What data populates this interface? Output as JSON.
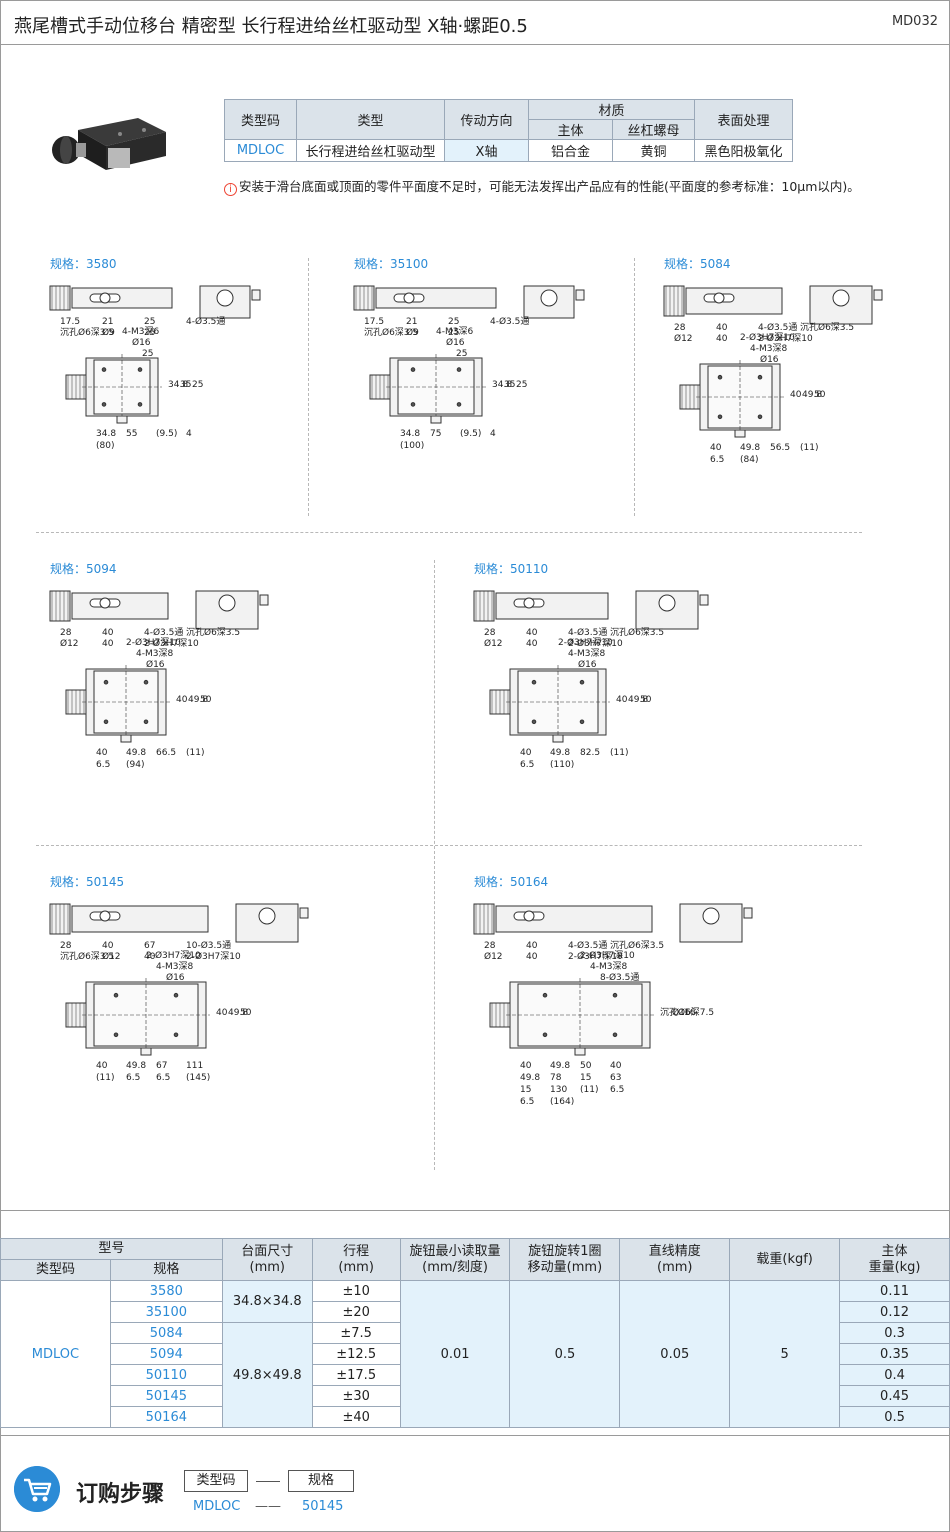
{
  "header": {
    "title": "燕尾槽式手动位移台 精密型  长行程进给丝杠驱动型  X轴·螺距0.5",
    "code": "MD032"
  },
  "spec_table": {
    "headers": {
      "type_code": "类型码",
      "type": "类型",
      "drive_dir": "传动方向",
      "material": "材质",
      "body": "主体",
      "screw_nut": "丝杠螺母",
      "surface": "表面处理"
    },
    "row": {
      "type_code": "MDLOC",
      "type": "长行程进给丝杠驱动型",
      "drive_dir": "X轴",
      "body": "铝合金",
      "screw_nut": "黄铜",
      "surface": "黑色阳极氧化"
    }
  },
  "note": "安装于滑台底面或顶面的零件平面度不足时，可能无法发挥出产品应有的性能(平面度的参考标准：10μm以内)。",
  "drawings": [
    {
      "label": "规格：3580",
      "side_dims": [
        "17.5",
        "21",
        "25",
        "4-Ø3.5通",
        "沉孔Ø6深3.5",
        "Ø9",
        "25"
      ],
      "top_dims": [
        "4-M3深6",
        "Ø16",
        "25",
        "34.8",
        "35",
        "25",
        "34.8",
        "55",
        "(9.5)",
        "4",
        "(80)"
      ]
    },
    {
      "label": "规格：35100",
      "side_dims": [
        "17.5",
        "21",
        "25",
        "4-Ø3.5通",
        "沉孔Ø6深3.5",
        "Ø9",
        "25"
      ],
      "top_dims": [
        "4-M3深6",
        "Ø16",
        "25",
        "34.8",
        "35",
        "25",
        "34.8",
        "75",
        "(9.5)",
        "4",
        "(100)"
      ]
    },
    {
      "label": "规格：5084",
      "side_dims": [
        "28",
        "40",
        "4-Ø3.5通",
        "沉孔Ø6深3.5",
        "Ø12",
        "40",
        "2-Ø3H7深10"
      ],
      "top_dims": [
        "2-Ø3H7深10",
        "4-M3深8",
        "Ø16",
        "40",
        "49.8",
        "50",
        "40",
        "49.8",
        "56.5",
        "(11)",
        "6.5",
        "(84)"
      ]
    },
    {
      "label": "规格：5094",
      "side_dims": [
        "28",
        "40",
        "4-Ø3.5通",
        "沉孔Ø6深3.5",
        "Ø12",
        "40",
        "2-Ø3H7深10"
      ],
      "top_dims": [
        "2-Ø3H7深10",
        "4-M3深8",
        "Ø16",
        "40",
        "49.8",
        "50",
        "40",
        "49.8",
        "66.5",
        "(11)",
        "6.5",
        "(94)"
      ]
    },
    {
      "label": "规格：50110",
      "side_dims": [
        "28",
        "40",
        "4-Ø3.5通",
        "沉孔Ø6深3.5",
        "Ø12",
        "40",
        "2-Ø3H7深10"
      ],
      "top_dims": [
        "2-Ø3H7深10",
        "4-M3深8",
        "Ø16",
        "40",
        "49.8",
        "50",
        "40",
        "49.8",
        "82.5",
        "(11)",
        "6.5",
        "(110)"
      ]
    },
    {
      "label": "规格：50145",
      "side_dims": [
        "28",
        "40",
        "67",
        "10-Ø3.5通",
        "沉孔Ø6深3.5",
        "Ø12",
        "40",
        "2-Ø3H7深10"
      ],
      "top_dims": [
        "2-Ø3H7深10",
        "4-M3深8",
        "Ø16",
        "40",
        "49.8",
        "50",
        "40",
        "49.8",
        "67",
        "111",
        "(11)",
        "6.5",
        "6.5",
        "(145)"
      ]
    },
    {
      "label": "规格：50164",
      "side_dims": [
        "28",
        "40",
        "4-Ø3.5通",
        "沉孔Ø6深3.5",
        "Ø12",
        "40",
        "2-Ø3H7深10"
      ],
      "top_dims": [
        "2-Ø3H7深10",
        "4-M3深8",
        "8-Ø3.5通",
        "沉孔Ø6深7.5",
        "Ø16",
        "16",
        "40",
        "49.8",
        "50",
        "40",
        "49.8",
        "78",
        "15",
        "63",
        "15",
        "130",
        "(11)",
        "6.5",
        "6.5",
        "(164)"
      ]
    }
  ],
  "main_table": {
    "headers": {
      "model": "型号",
      "type_code": "类型码",
      "spec": "规格",
      "table_size": "台面尺寸\n(mm)",
      "travel": "行程\n(mm)",
      "min_read": "旋钮最小读取量\n(mm/刻度)",
      "per_turn": "旋钮旋转1圈\n移动量(mm)",
      "straightness": "直线精度\n(mm)",
      "load": "载重(kgf)",
      "weight": "主体\n重量(kg)"
    },
    "type_code": "MDLOC",
    "rows": [
      {
        "spec": "3580",
        "travel": "±10",
        "weight": "0.11"
      },
      {
        "spec": "35100",
        "travel": "±20",
        "weight": "0.12"
      },
      {
        "spec": "5084",
        "travel": "±7.5",
        "weight": "0.3"
      },
      {
        "spec": "5094",
        "travel": "±12.5",
        "weight": "0.35"
      },
      {
        "spec": "50110",
        "travel": "±17.5",
        "weight": "0.4"
      },
      {
        "spec": "50145",
        "travel": "±30",
        "weight": "0.45"
      },
      {
        "spec": "50164",
        "travel": "±40",
        "weight": "0.5"
      }
    ],
    "table_size_a": "34.8×34.8",
    "table_size_b": "49.8×49.8",
    "min_read": "0.01",
    "per_turn": "0.5",
    "straightness": "0.05",
    "load": "5"
  },
  "order": {
    "title": "订购步骤",
    "box1": "类型码",
    "box2": "规格",
    "val1": "MDLOC",
    "dash": "——",
    "val2": "50145"
  },
  "colors": {
    "accent": "#2b8bd6",
    "header_bg": "#dbe3ea",
    "highlight_bg": "#e3f2fb"
  }
}
